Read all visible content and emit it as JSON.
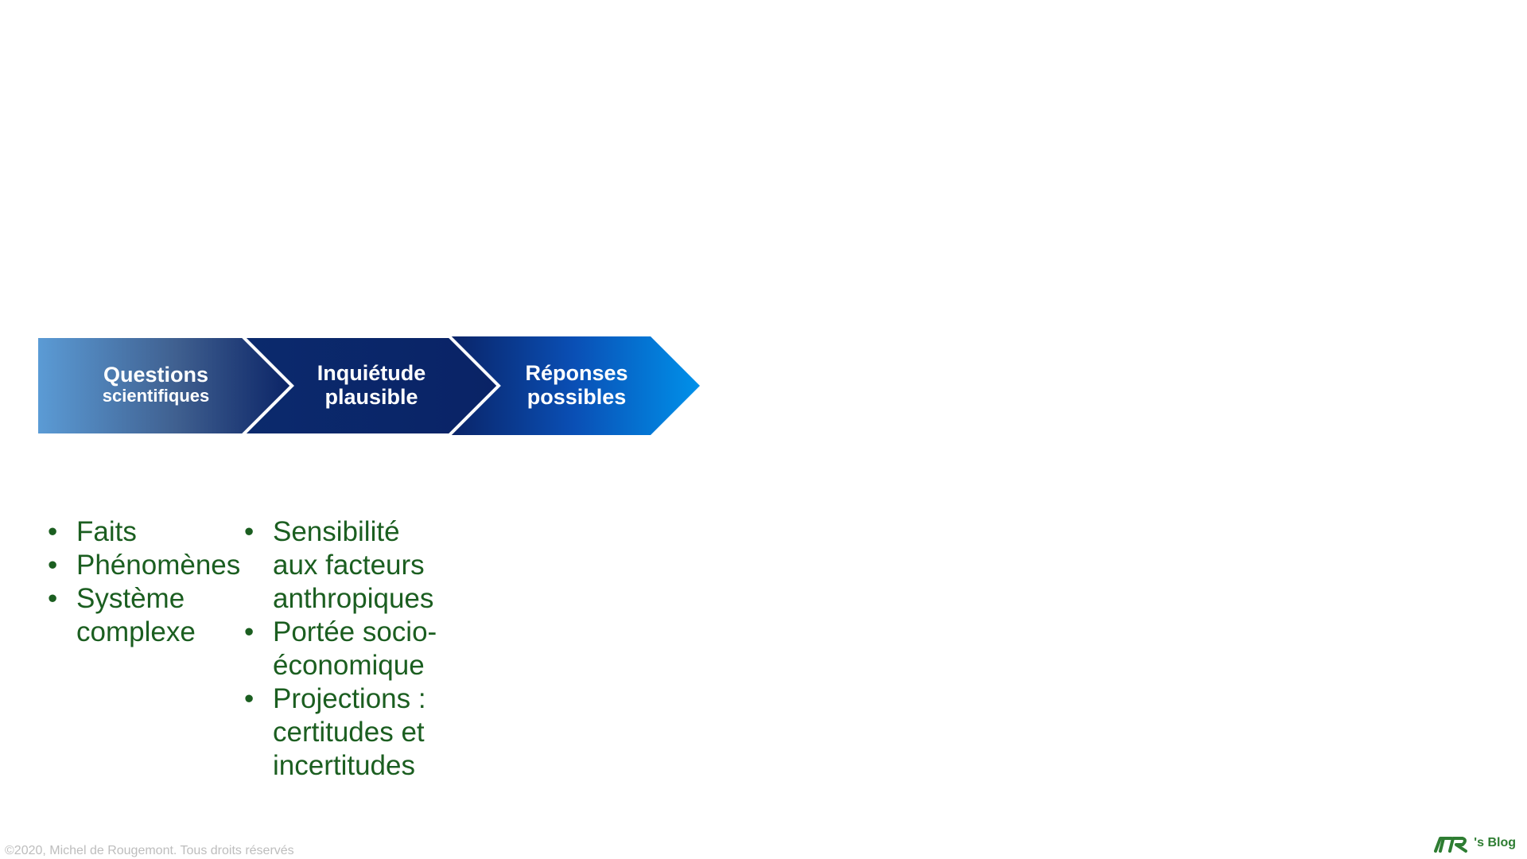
{
  "diagram": {
    "steps": [
      {
        "line1": "Questions",
        "line2": "scientifiques"
      },
      {
        "line1": "Inquiétude",
        "line2": "plausible"
      },
      {
        "line1": "Réponses",
        "line2": "possibles"
      }
    ]
  },
  "bullets": {
    "col1": [
      "Faits",
      "Phénomènes",
      "Système complexe"
    ],
    "col2": [
      "Sensibilité aux facteurs anthropiques",
      "Portée socio-économique",
      "Projections : certitudes et incertitudes"
    ]
  },
  "footer": {
    "copyright": "©2020, Michel de Rougemont. Tous droits réservés",
    "logo_text": "'s Blog"
  },
  "colors": {
    "text_green": "#1b5e20",
    "chevron_dark": "#0a2366",
    "chevron_light": "#5b9bd5",
    "chevron_bright": "#0091ea"
  }
}
